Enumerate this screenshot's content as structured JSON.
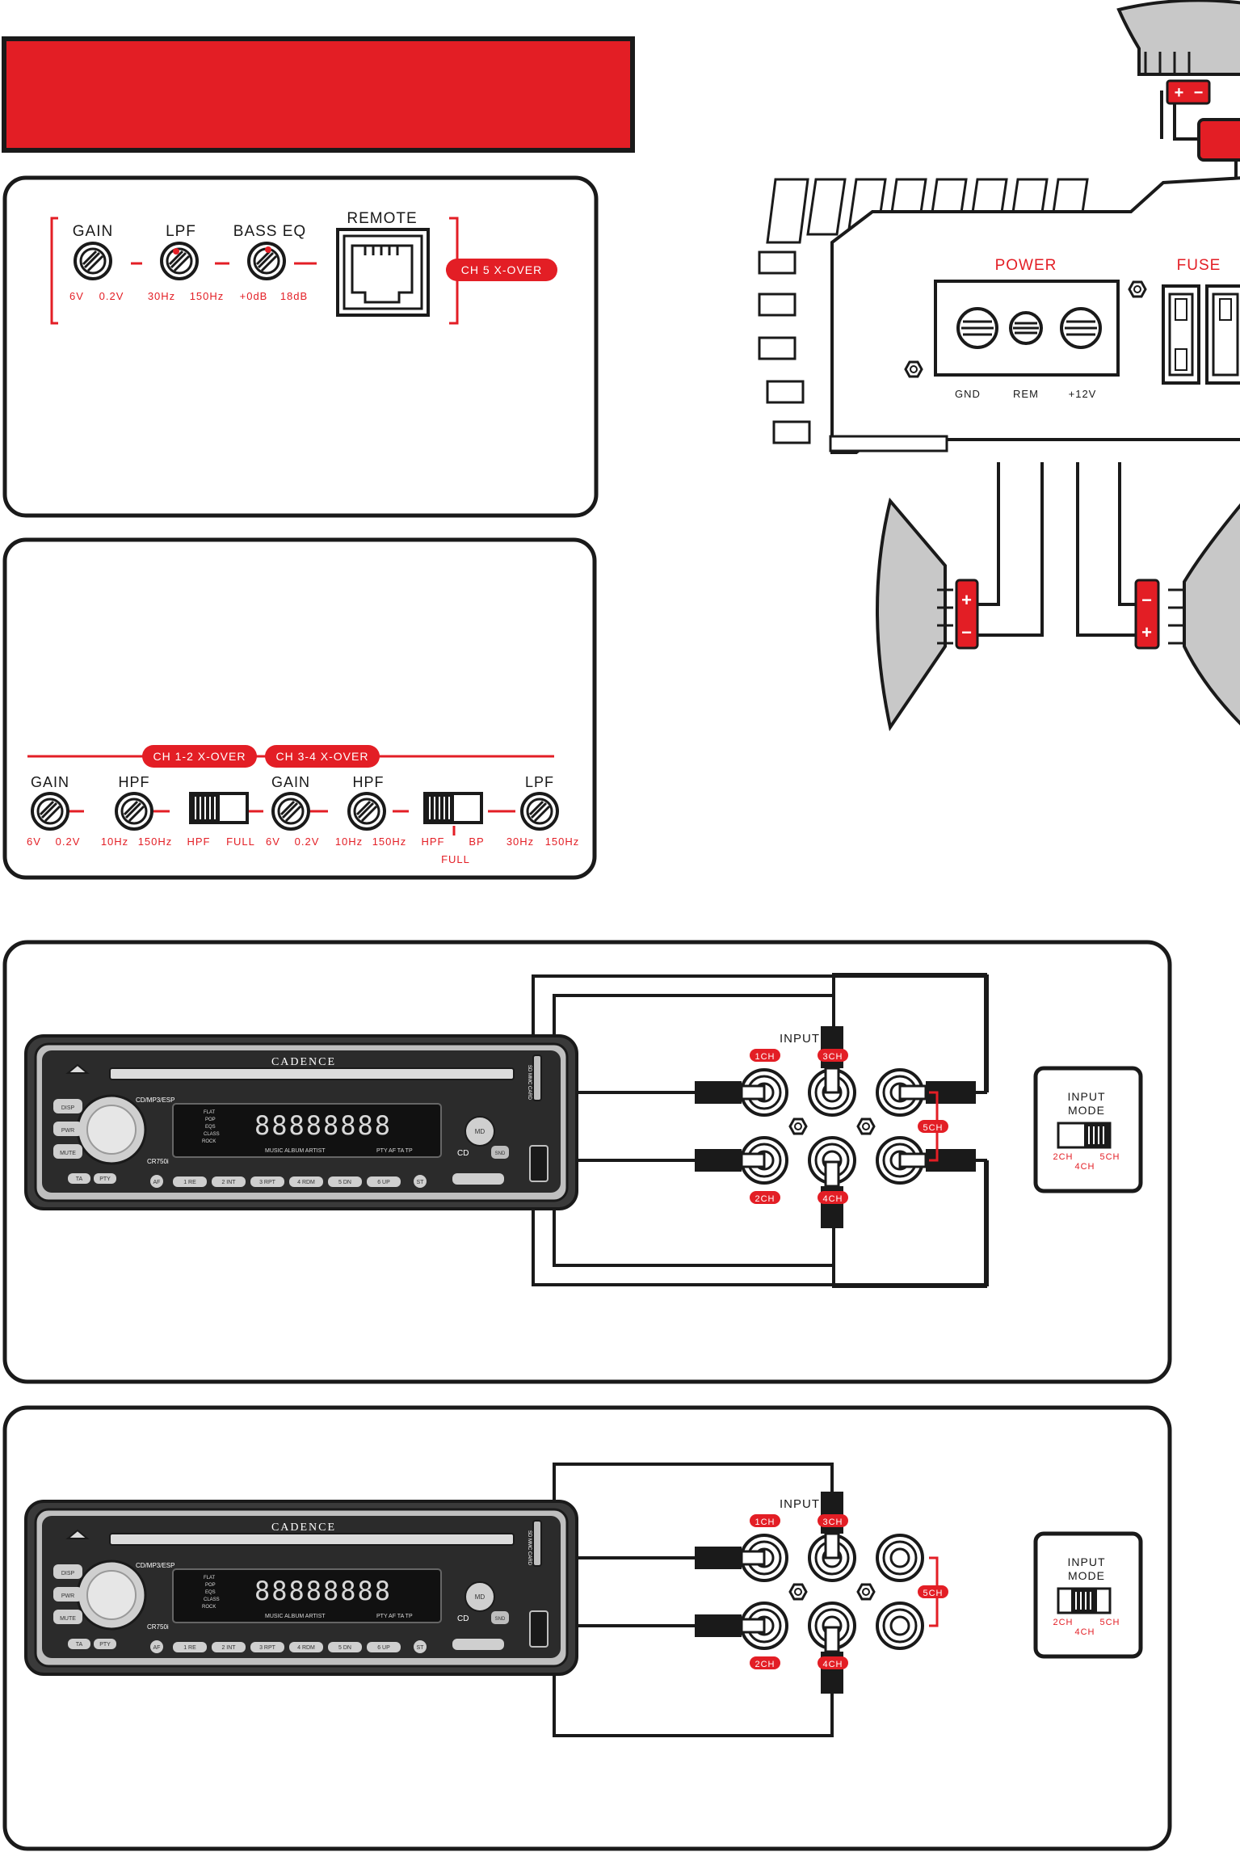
{
  "colors": {
    "accent": "#e31e25",
    "ink": "#1a1a1a",
    "gray": "#c8c8c8",
    "unit_dark": "#333333"
  },
  "panel1": {
    "knobs": [
      {
        "name": "GAIN",
        "min": "6V",
        "max": "0.2V"
      },
      {
        "name": "LPF",
        "min": "30Hz",
        "max": "150Hz"
      },
      {
        "name": "BASS EQ",
        "min": "+0dB",
        "max": "18dB"
      }
    ],
    "remote": "REMOTE",
    "badge": "CH 5 X-OVER"
  },
  "panel2": {
    "badge_left": "CH 1-2 X-OVER",
    "badge_right": "CH 3-4 X-OVER",
    "gain1": {
      "name": "GAIN",
      "min": "6V",
      "max": "0.2V"
    },
    "hpf1": {
      "name": "HPF",
      "min": "10Hz",
      "max": "150Hz"
    },
    "switch1": {
      "left": "HPF",
      "right": "FULL"
    },
    "gain2": {
      "name": "GAIN",
      "min": "6V",
      "max": "0.2V"
    },
    "hpf2": {
      "name": "HPF",
      "min": "10Hz",
      "max": "150Hz"
    },
    "switch2": {
      "left": "HPF",
      "right": "BP",
      "bottom": "FULL"
    },
    "lpf": {
      "name": "LPF",
      "min": "30Hz",
      "max": "150Hz"
    }
  },
  "amp": {
    "power": "POWER",
    "fuse": "FUSE",
    "terminals": [
      "GND",
      "REM",
      "+12V"
    ],
    "plus": "+",
    "minus": "−"
  },
  "headunit": {
    "brand": "CADENCE",
    "model": "CR750i",
    "format": "CD/MP3/ESP",
    "card": "SD MMC CARD",
    "display": "88888888",
    "buttons_left": [
      "DISP",
      "PWR",
      "MUTE"
    ],
    "buttons_bottom": [
      "TA",
      "PTY",
      "AF",
      "1 RE",
      "2 INT",
      "3 RPT",
      "4 RDM",
      "5 DN",
      "6 UP",
      "ST"
    ],
    "eq_list": [
      "FLAT",
      "POP",
      "EQS",
      "CLASS",
      "ROCK"
    ],
    "indicators": "MUSIC ALBUM ARTIST",
    "indicators2": "PTY AF TA TP",
    "md": "MD",
    "snd": "SND"
  },
  "inputs": {
    "title": "INPUT",
    "labels": [
      "1CH",
      "3CH",
      "5CH",
      "2CH",
      "4CH"
    ]
  },
  "input_mode": {
    "title_line1": "INPUT",
    "title_line2": "MODE",
    "options": [
      "2CH",
      "4CH",
      "5CH"
    ]
  }
}
